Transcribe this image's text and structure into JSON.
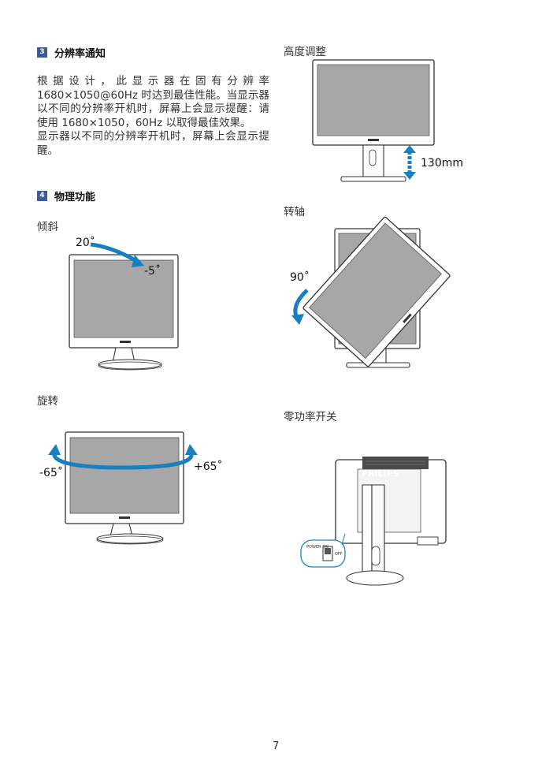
{
  "section3": {
    "number": "3",
    "title": "分辨率通知",
    "paragraphs": [
      "根据设计，此显示器在固有分辨率1680×1050@60Hz 时达到最佳性能。当显示器以不同的分辨率开机时，屏幕上会显示提醒：请使用 1680×1050，60Hz 以取得最佳效果。",
      "显示器以不同的分辨率开机时，屏幕上会显示提醒。"
    ]
  },
  "section4": {
    "number": "4",
    "title": "物理功能",
    "tilt": {
      "label": "倾斜",
      "up": "20˚",
      "down": "-5˚"
    },
    "swivel": {
      "label": "旋转",
      "left": "-65˚",
      "right": "+65˚"
    },
    "height": {
      "label": "高度调整",
      "value": "130mm"
    },
    "pivot": {
      "label": "转轴",
      "value": "90˚"
    },
    "zero_power": {
      "label": "零功率开关",
      "brand": "PHILIPS",
      "switch_on": "POWER ON",
      "switch_off": "OFF"
    }
  },
  "colors": {
    "accent": "#3a5a9c",
    "arrow": "#1a7fc1",
    "screen": "#a7a7a7"
  },
  "page_number": "7"
}
